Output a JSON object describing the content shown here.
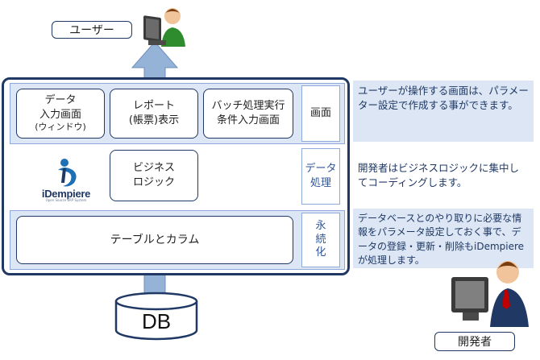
{
  "roles": {
    "user": "ユーザー",
    "developer": "開発者"
  },
  "layers": {
    "screen": {
      "tag": "画面",
      "boxes": [
        {
          "line1": "データ",
          "line2": "入力画面",
          "line3": "(ウィンドウ)"
        },
        {
          "line1": "レポート",
          "line2": "(帳票)表示"
        },
        {
          "line1": "バッチ処理実行",
          "line2": "条件入力画面"
        }
      ]
    },
    "logic": {
      "tag_line1": "データ",
      "tag_line2": "処理",
      "box_line1": "ビジネス",
      "box_line2": "ロジック"
    },
    "persistence": {
      "tag_line1": "永",
      "tag_line2": "続",
      "tag_line3": "化",
      "box": "テーブルとカラム"
    }
  },
  "db": "DB",
  "logo": {
    "name": "iDempiere",
    "tagline": "Open Source ERP System"
  },
  "notes": {
    "screen": "ユーザーが操作する画面は、パラメーター設定で作成する事ができます。",
    "logic": "開発者はビジネスロジックに集中してコーディングします。",
    "persistence": "データベースとのやり取りに必要な情報をパラメータ設定しておく事で、データの登録・更新・削除もiDempiereが処理します。"
  },
  "colors": {
    "frame": "#1f3864",
    "band": "#dce6f4",
    "arrow": "#95b3d7",
    "note_text": "#1f3864"
  }
}
